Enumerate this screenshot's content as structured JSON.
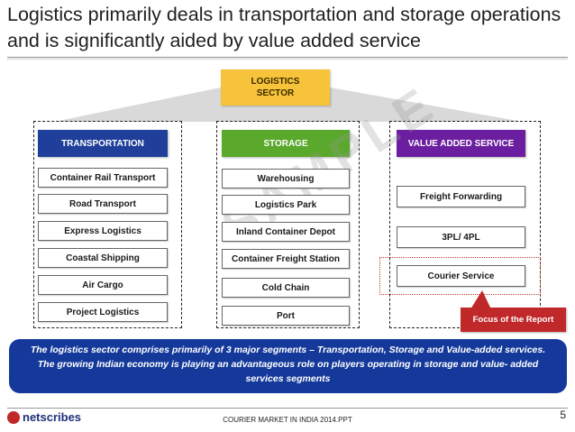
{
  "title": "Logistics primarily deals in transportation and storage operations and is significantly aided by value added service",
  "sector": "LOGISTICS SECTOR",
  "columns": [
    {
      "header": "TRANSPORTATION",
      "color": "#1f3f9a",
      "items": [
        "Container Rail Transport",
        "Road Transport",
        "Express Logistics",
        "Coastal Shipping",
        "Air Cargo",
        "Project Logistics"
      ]
    },
    {
      "header": "STORAGE",
      "color": "#5aa82c",
      "items": [
        "Warehousing",
        "Logistics Park",
        "Inland Container Depot",
        "Container Freight Station",
        "Cold Chain",
        "Port"
      ]
    },
    {
      "header": "VALUE ADDED SERVICE",
      "color": "#6b1fa0",
      "items": [
        "Freight Forwarding",
        "3PL/ 4PL",
        "Courier Service"
      ]
    }
  ],
  "callout": "Focus of the Report",
  "watermark": "SAMPLE",
  "summary": "The logistics sector comprises primarily of 3 major segments – Transportation, Storage and Value-added services. The growing Indian economy is playing an advantageous role on players operating in storage and value- added services segments",
  "footer": {
    "logo": "netscribes",
    "center": "COURIER MARKET IN INDIA 2014.PPT",
    "page": "5"
  }
}
